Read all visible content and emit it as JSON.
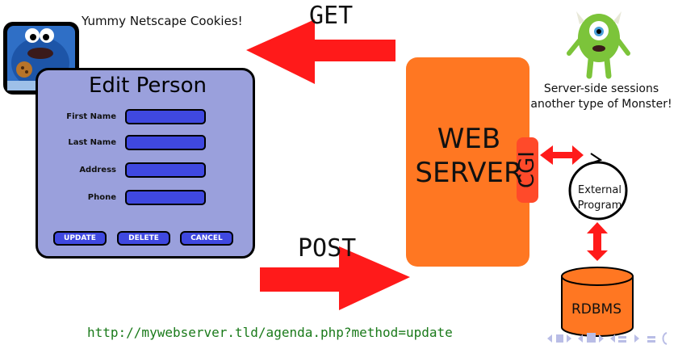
{
  "cookie_caption": "Yummy Netscape Cookies!",
  "edit_form": {
    "title": "Edit Person",
    "fields": [
      "First Name",
      "Last Name",
      "Address",
      "Phone"
    ],
    "buttons": [
      "UPDATE",
      "DELETE",
      "CANCEL"
    ]
  },
  "get_label": "GET",
  "post_label": "POST",
  "web_server_label": [
    "WEB",
    "SERVER"
  ],
  "cgi_label": "CGI",
  "external_program_label": [
    "External",
    "Program"
  ],
  "rdbms_label": "RDBMS",
  "monster_caption": [
    "Server-side sessions",
    "another type of Monster!"
  ],
  "url": "http://mywebserver.tld/agenda.php?method=update",
  "colors": {
    "arrow": "#ff1a1a",
    "web_server": "#ff7722",
    "cgi": "#ff4a2a",
    "form_panel": "#9aa0dc",
    "input_fill": "#3f48e0",
    "url_text": "#1a7a1a"
  }
}
